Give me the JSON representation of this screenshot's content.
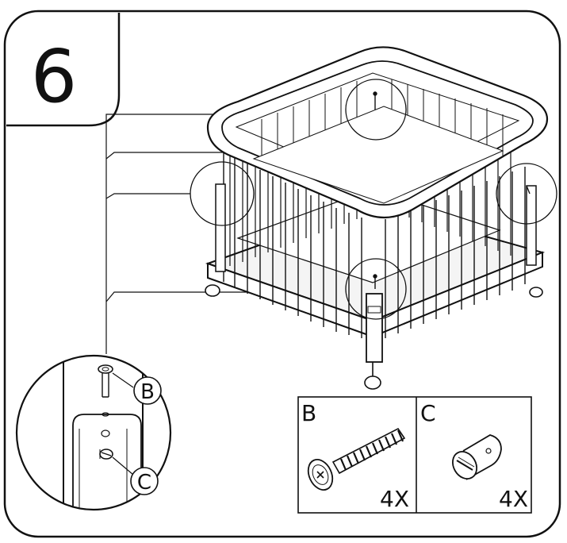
{
  "step": {
    "number": "6"
  },
  "detail": {
    "callout_b": "B",
    "callout_c": "C"
  },
  "parts": [
    {
      "label": "B",
      "quantity": "4X",
      "icon": "bolt-icon"
    },
    {
      "label": "C",
      "quantity": "4X",
      "icon": "barrel-nut-icon"
    }
  ],
  "colors": {
    "line": "#111111",
    "background": "#ffffff"
  }
}
